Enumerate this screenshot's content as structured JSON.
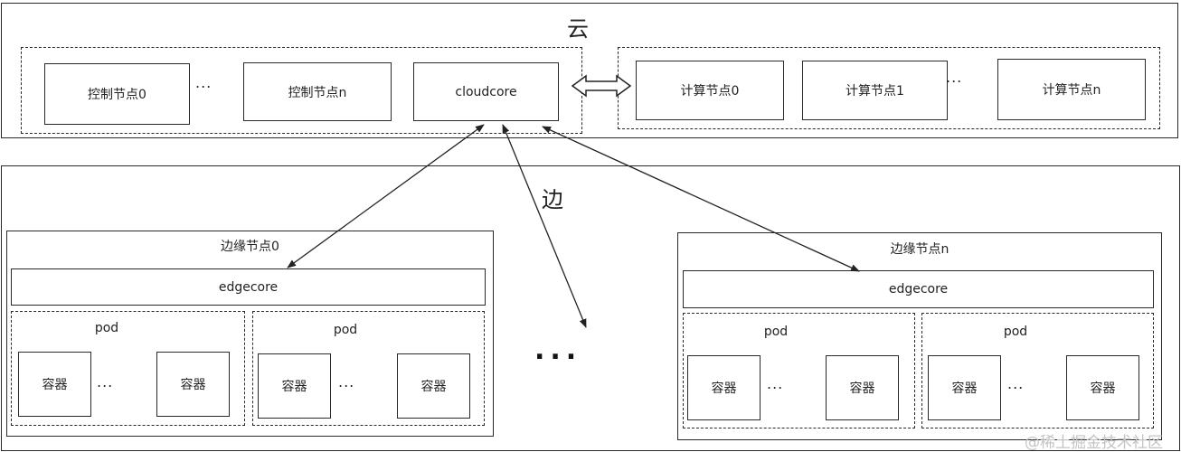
{
  "cloud": {
    "title": "云",
    "control_nodes": [
      "控制节点0",
      "控制节点n"
    ],
    "cloudcore": "cloudcore",
    "compute_nodes": [
      "计算节点0",
      "计算节点1",
      "计算节点n"
    ],
    "ellipsis": "..."
  },
  "edge": {
    "title": "边",
    "more": "...",
    "nodes": [
      {
        "title": "边缘节点0",
        "core": "edgecore",
        "pods": [
          {
            "label": "pod",
            "containers": [
              "容器",
              "容器"
            ]
          },
          {
            "label": "pod",
            "containers": [
              "容器",
              "容器"
            ]
          }
        ]
      },
      {
        "title": "边缘节点n",
        "core": "edgecore",
        "pods": [
          {
            "label": "pod",
            "containers": [
              "容器",
              "容器"
            ]
          },
          {
            "label": "pod",
            "containers": [
              "容器",
              "容器"
            ]
          }
        ]
      }
    ]
  },
  "watermark": "@稀土掘金技术社区"
}
